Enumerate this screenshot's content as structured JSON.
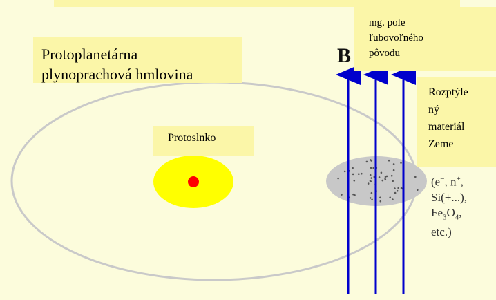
{
  "title": {
    "line1": "Protoplanetárna",
    "line2": "plynoprachová hmlovina"
  },
  "sun_label": "Protoslnko",
  "field_label": {
    "line1": "mg. pole",
    "line2": "ľubovoľného",
    "line3": "pôvodu"
  },
  "field_symbol": "B",
  "scatter_label": {
    "line1": "Rozptýle",
    "line2": "ný",
    "line3": "materiál",
    "line4": "Zeme"
  },
  "composition": {
    "open": "(e",
    "e_sup": "−",
    "sep1": ", n",
    "n_sup": "+",
    "sep2": ",",
    "si": "Si(+...),",
    "fe": "Fe",
    "fe_sub": "3",
    "o": "O",
    "o_sub": "4",
    "sep3": ",",
    "etc": "etc.)"
  },
  "colors": {
    "background": "#fcfcdc",
    "note": "#fbf6a8",
    "orbit": "#c9c9c9",
    "star": "#ffff00",
    "core": "#ff0000",
    "cloud": "#c8c8c8",
    "field_lines": "#0000cc"
  }
}
